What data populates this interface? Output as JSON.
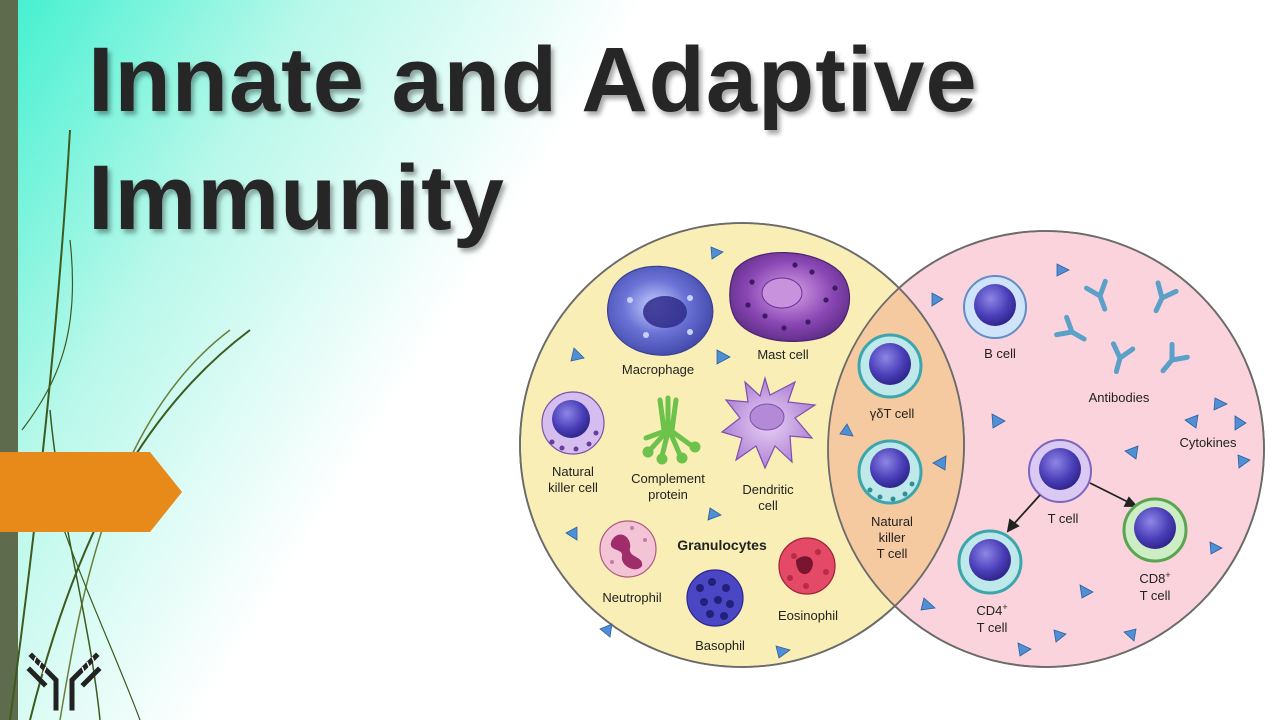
{
  "slide": {
    "title_line1": "Innate and Adaptive",
    "title_line2": "Immunity"
  },
  "diagram": {
    "innate": {
      "macrophage": "Macrophage",
      "mast_cell": "Mast cell",
      "nk_cell": [
        "Natural",
        "killer cell"
      ],
      "complement": [
        "Complement",
        "protein"
      ],
      "dendritic": [
        "Dendritic",
        "cell"
      ],
      "granulocytes": "Granulocytes",
      "neutrophil": "Neutrophil",
      "basophil": "Basophil",
      "eosinophil": "Eosinophil"
    },
    "overlap": {
      "gd_t_cell": "γδT cell",
      "nkt_cell": [
        "Natural",
        "killer",
        "T cell"
      ]
    },
    "adaptive": {
      "b_cell": "B cell",
      "antibodies": "Antibodies",
      "cytokines": "Cytokines",
      "t_cell": "T cell",
      "cd4": {
        "main": "CD4",
        "sup": "+",
        "line2": "T cell"
      },
      "cd8": {
        "main": "CD8",
        "sup": "+",
        "line2": "T cell"
      }
    }
  },
  "colors": {
    "innate_fill": "#f9eeb5",
    "adaptive_fill": "#fbd3dc",
    "overlap_fill": "#f6caa0",
    "accent_orange": "#e88a1a",
    "sidebar_green": "#5e6b4c"
  },
  "icons": {
    "logo": "antibody-icon"
  }
}
